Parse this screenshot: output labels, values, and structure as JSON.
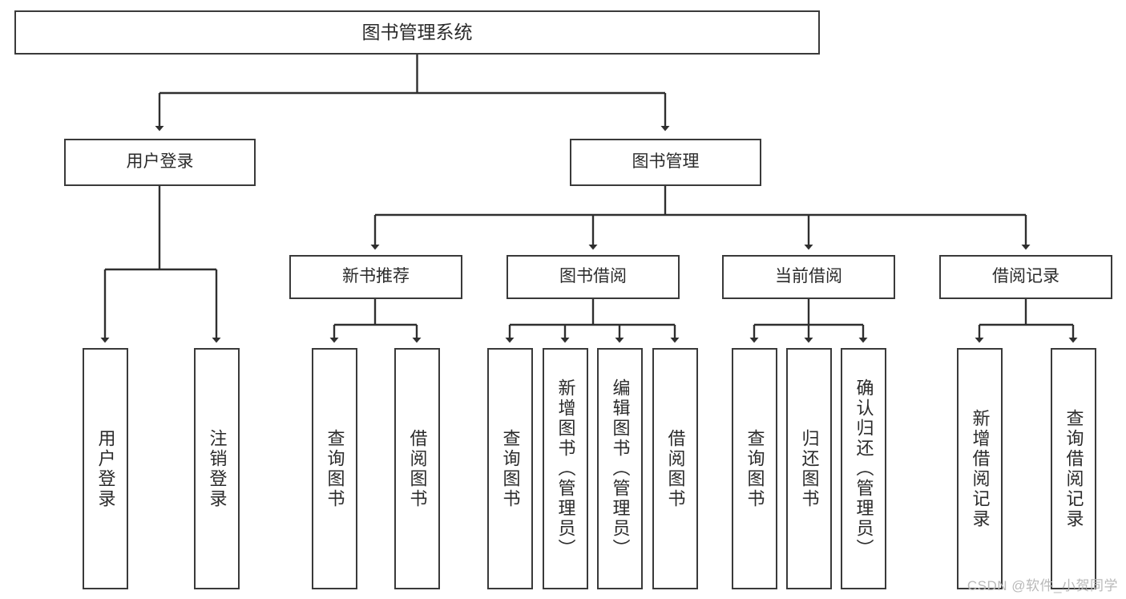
{
  "diagram": {
    "title": "图书管理系统",
    "type": "tree",
    "colors": {
      "box_border": "#3a3a3a",
      "box_fill": "#ffffff",
      "text": "#2b2b2b",
      "edge": "#2f2f2f",
      "watermark": "#b9b9b9"
    },
    "root": {
      "label": "图书管理系统"
    },
    "level2": [
      {
        "label": "用户登录"
      },
      {
        "label": "图书管理"
      }
    ],
    "level3": [
      {
        "label": "新书推荐"
      },
      {
        "label": "图书借阅"
      },
      {
        "label": "当前借阅"
      },
      {
        "label": "借阅记录"
      }
    ],
    "leaves": {
      "user_login": [
        {
          "label": "用户登录"
        },
        {
          "label": "注销登录"
        }
      ],
      "new_book_recommend": [
        {
          "label": "查询图书"
        },
        {
          "label": "借阅图书"
        }
      ],
      "book_borrow": [
        {
          "label": "查询图书"
        },
        {
          "label": "新增图书（管理员）"
        },
        {
          "label": "编辑图书（管理员）"
        },
        {
          "label": "借阅图书"
        }
      ],
      "current_borrow": [
        {
          "label": "查询图书"
        },
        {
          "label": "归还图书"
        },
        {
          "label": "确认归还（管理员）"
        }
      ],
      "borrow_record": [
        {
          "label": "新增借阅记录"
        },
        {
          "label": "查询借阅记录"
        }
      ]
    }
  },
  "watermark": {
    "text": "CSDN @软件_小贺同学"
  }
}
